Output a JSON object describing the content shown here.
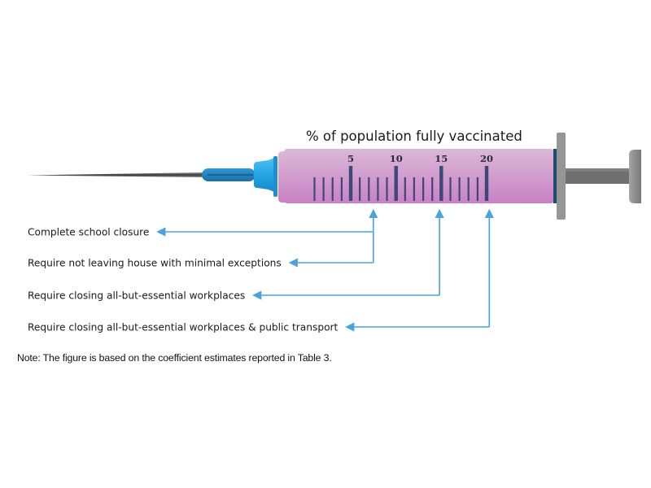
{
  "diagram": {
    "title": "% of population fully vaccinated",
    "scale": {
      "min_minor_tick": 1,
      "max_tick": 20,
      "major_ticks": [
        5,
        10,
        15,
        20
      ],
      "major_labels": [
        "5",
        "10",
        "15",
        "20"
      ],
      "unit": "% of population fully vaccinated"
    },
    "measures": [
      {
        "label": "Complete school closure",
        "threshold": 7.5
      },
      {
        "label": "Require not leaving house with minimal exceptions",
        "threshold": 7.5
      },
      {
        "label": "Require closing all-but-essential workplaces",
        "threshold": 14.8
      },
      {
        "label": "Require closing all-but-essential workplaces & public transport",
        "threshold": 20.3
      }
    ],
    "colors": {
      "barrel_top": "#d9b2d5",
      "barrel_bottom": "#cc84c6",
      "tick": "#3b4878",
      "hub_light": "#2aa6e3",
      "hub_dark": "#1d78b4",
      "arrow": "#4aa3da",
      "plunger": "#8f8f8f",
      "plunger_dark": "#6b6b6b",
      "stopper": "#1c4d70",
      "needle": "#555555"
    }
  },
  "note": "Note: The figure is based on the coefficient estimates reported in Table 3."
}
